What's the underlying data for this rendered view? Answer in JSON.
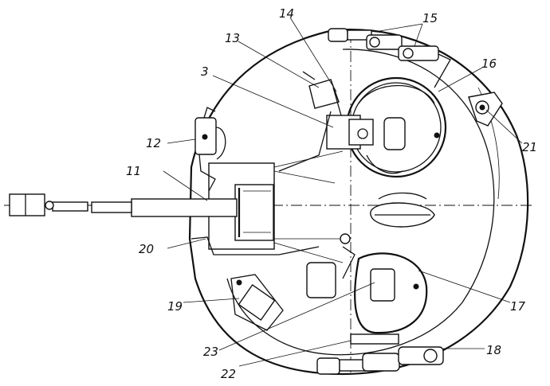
{
  "labels": {
    "l3": "3",
    "l11": "11",
    "l12": "12",
    "l13": "13",
    "l14": "14",
    "l15": "15",
    "l16": "16",
    "l17": "17",
    "l18": "18",
    "l19": "19",
    "l20": "20",
    "l21": "21",
    "l22": "22",
    "l23": "23"
  }
}
